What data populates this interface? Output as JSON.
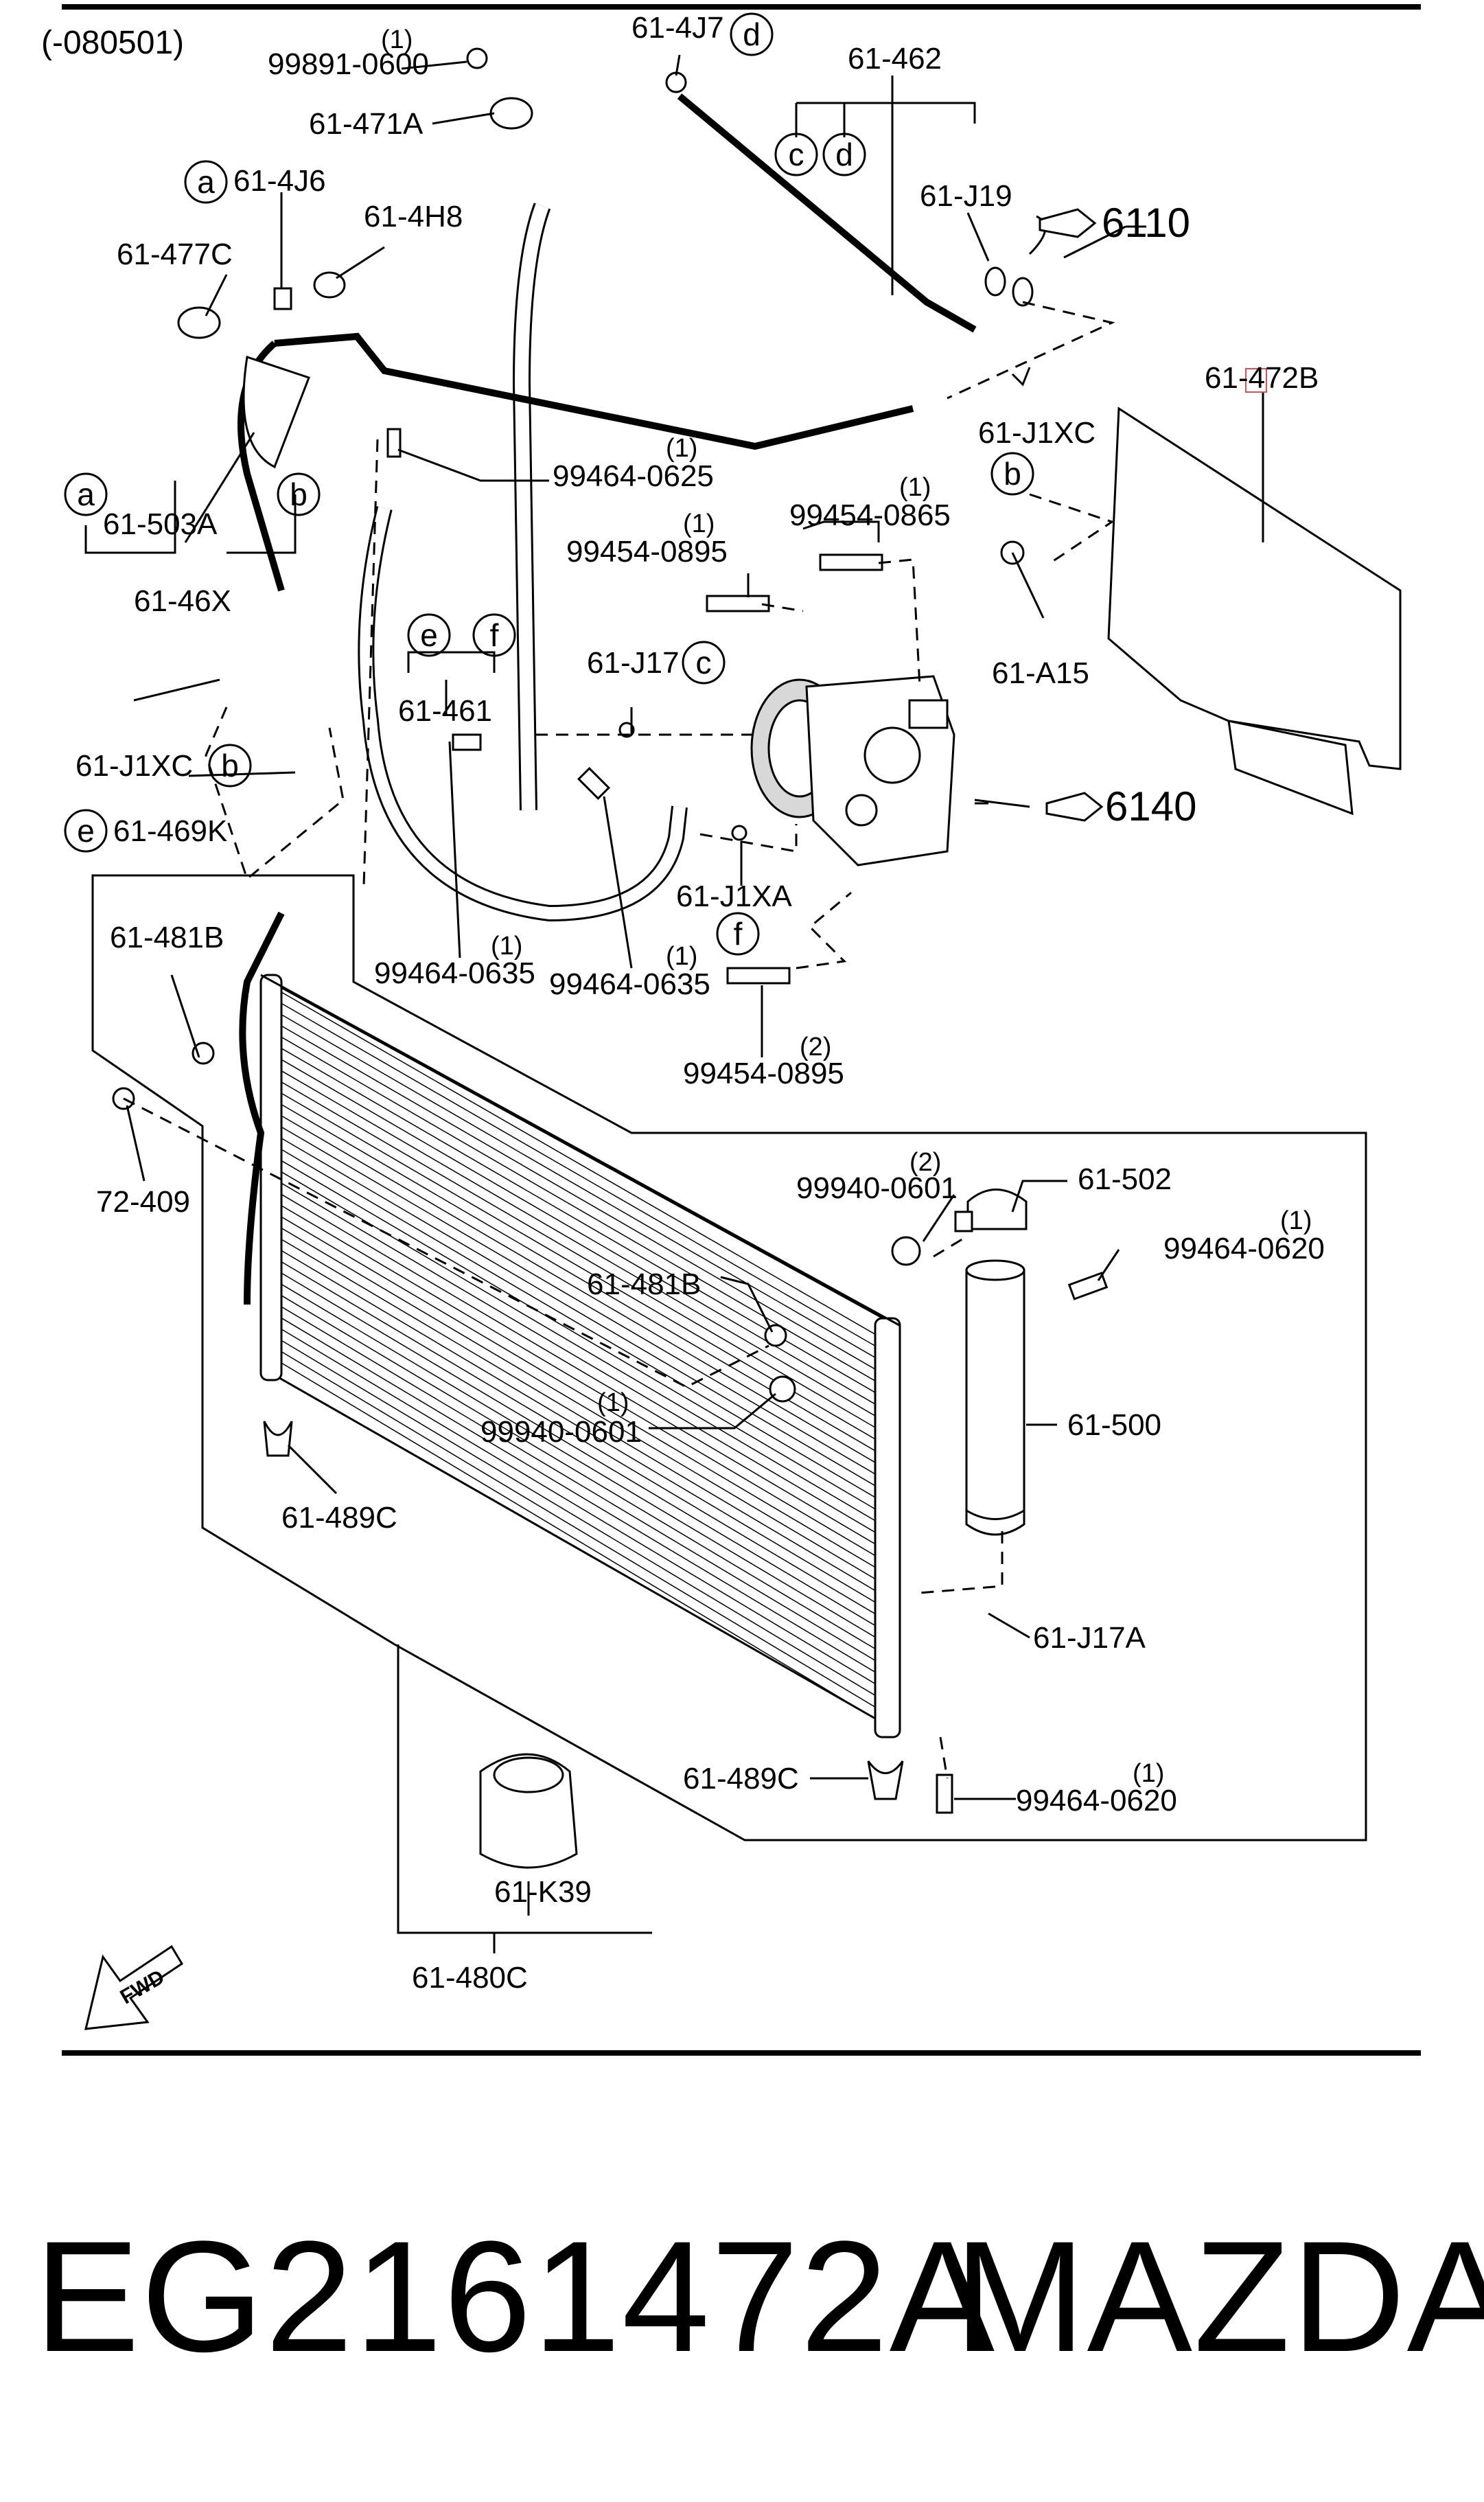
{
  "header": {
    "date_code": "(-080501)"
  },
  "labels": {
    "p99891_0600": "99891-0600",
    "p99891_0600_q": "(1)",
    "p61_471A": "61-471A",
    "p61_4J7": "61-4J7",
    "p61_462": "61-462",
    "p61_J19": "61-J19",
    "ref6110": "6110",
    "p61_4J6": "61-4J6",
    "p61_4H8": "61-4H8",
    "p61_477C": "61-477C",
    "p61_472B": "61-472B",
    "p61_J1XC_top": "61-J1XC",
    "p99464_0625": "99464-0625",
    "p99464_0625_q": "(1)",
    "p99454_0865": "99454-0865",
    "p99454_0865_q": "(1)",
    "p99454_0895a": "99454-0895",
    "p99454_0895a_q": "(1)",
    "p61_503A": "61-503A",
    "p61_46X": "61-46X",
    "p61_A15": "61-A15",
    "p61_J17": "61-J17",
    "p61_461": "61-461",
    "p61_J1XC_left": "61-J1XC",
    "ref6140": "6140",
    "p61_469K": "61-469K",
    "p61_J1XA": "61-J1XA",
    "p61_481B_top": "61-481B",
    "p99464_0635a": "99464-0635",
    "p99464_0635a_q": "(1)",
    "p99464_0635b": "99464-0635",
    "p99464_0635b_q": "(1)",
    "p99454_0895b": "99454-0895",
    "p99454_0895b_q": "(2)",
    "p72_409": "72-409",
    "p61_502": "61-502",
    "p99940_0601a": "99940-0601",
    "p99940_0601a_q": "(2)",
    "p99464_0620a": "99464-0620",
    "p99464_0620a_q": "(1)",
    "p61_481B_mid": "61-481B",
    "p61_500": "61-500",
    "p99940_0601b": "99940-0601",
    "p99940_0601b_q": "(1)",
    "p61_489C_left": "61-489C",
    "p61_J17A": "61-J17A",
    "p61_489C_bottom": "61-489C",
    "p99464_0620b": "99464-0620",
    "p99464_0620b_q": "(1)",
    "p61_K39": "61-K39",
    "p61_480C": "61-480C",
    "fwd": "FWD"
  },
  "circles": {
    "a": "a",
    "b": "b",
    "c": "c",
    "d": "d",
    "e": "e",
    "f": "f"
  },
  "caption": {
    "part_number": "EG2161472A",
    "brand": "MAZDA"
  },
  "highlight": {
    "color": "#e05050"
  }
}
